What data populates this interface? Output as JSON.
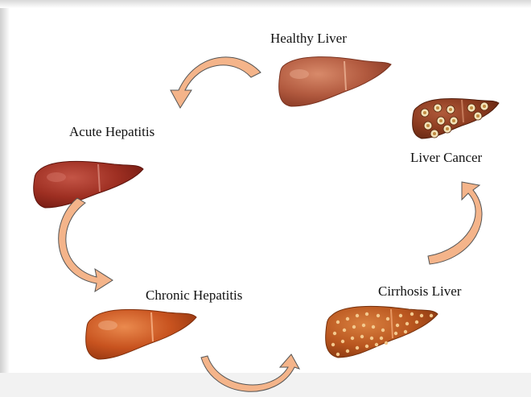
{
  "stages": {
    "healthy": "Healthy Liver",
    "acute": "Acute Hepatitis",
    "chronic": "Chronic Hepatitis",
    "cirrhosis": "Cirrhosis Liver",
    "cancer": "Liver Cancer"
  },
  "colors": {
    "healthy": "#b25a3f",
    "acute": "#9e2f22",
    "chronic": "#c8531f",
    "cirrhosis": "#b9561f",
    "cancer": "#8b3a1f",
    "arrow": "#f4b48a",
    "arrow_stroke": "#444444"
  }
}
